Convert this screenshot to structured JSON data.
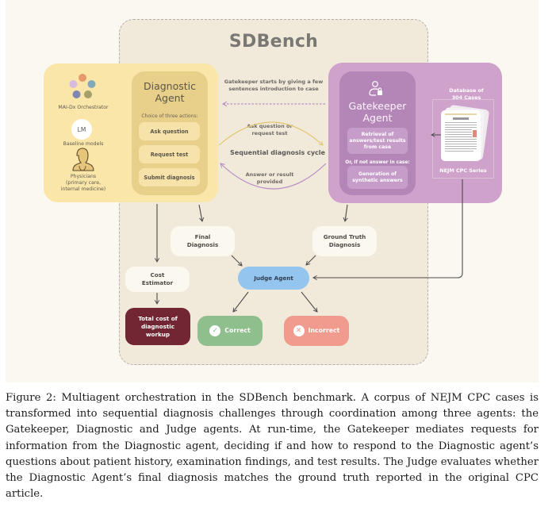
{
  "figure": {
    "title": "SDBench",
    "colors": {
      "diagnostic_panel": "#fae6a9",
      "gatekeeper_panel": "#cfa2cc",
      "judge": "#93c5ef",
      "correct": "#8fbf8c",
      "incorrect": "#f09b8d",
      "total_cost": "#722532"
    },
    "left_panel": {
      "orchestrator_icon": "pentagon-of-colored-dots-icon",
      "orchestrator_label": "MAI-Dx Orchestrator",
      "lm_badge": "LM",
      "baseline_label": "Baseline models",
      "physician_icon": "physician-icon",
      "physicians_label_1": "Physicians",
      "physicians_label_2": "(primary care,",
      "physicians_label_3": "internal medicine)"
    },
    "diagnostic_agent": {
      "title_1": "Diagnostic",
      "title_2": "Agent",
      "subtitle": "Choice of three actions:",
      "actions": [
        "Ask question",
        "Request test",
        "Submit diagnosis"
      ]
    },
    "middle": {
      "intro_1": "Gatekeeper starts by giving a few",
      "intro_2": "sentences introduction to case",
      "ask_1": "Ask question or",
      "ask_2": "request test",
      "cycle": "Sequential diagnosis cycle",
      "answer_1": "Answer or result",
      "answer_2": "provided"
    },
    "gatekeeper_agent": {
      "icon": "user-lock-icon",
      "title_1": "Gatekeeper",
      "title_2": "Agent",
      "retrieval_1": "Retrieval of",
      "retrieval_2": "answers/test results",
      "retrieval_3": "from case",
      "or_label": "Or, if not answer in case:",
      "generation_1": "Generation of",
      "generation_2": "synthetic answers"
    },
    "database": {
      "title_1": "Database of",
      "title_2": "304 Cases",
      "caption": "NEJM CPC Series"
    },
    "flow": {
      "final_diagnosis_1": "Final",
      "final_diagnosis_2": "Diagnosis",
      "ground_truth_1": "Ground Truth",
      "ground_truth_2": "Diagnosis",
      "cost_estimator_1": "Cost",
      "cost_estimator_2": "Estimator",
      "judge": "Judge Agent",
      "total_cost_1": "Total cost of",
      "total_cost_2": "diagnostic",
      "total_cost_3": "workup",
      "correct": "Correct",
      "incorrect": "Incorrect",
      "correct_icon": "✓",
      "incorrect_icon": "✕"
    }
  },
  "caption": "Figure 2: Multiagent orchestration in the SDBench benchmark. A corpus of NEJM CPC cases is transformed into sequential diagnosis challenges through coordination among three agents: the Gatekeeper, Diagnostic and Judge agents. At run-time, the Gatekeeper mediates requests for information from the Diagnostic agent, deciding if and how to respond to the Diagnostic agent’s questions about patient history, examination findings, and test results. The Judge evaluates whether the Diagnostic Agent’s final diagnosis matches the ground truth reported in the original CPC article."
}
